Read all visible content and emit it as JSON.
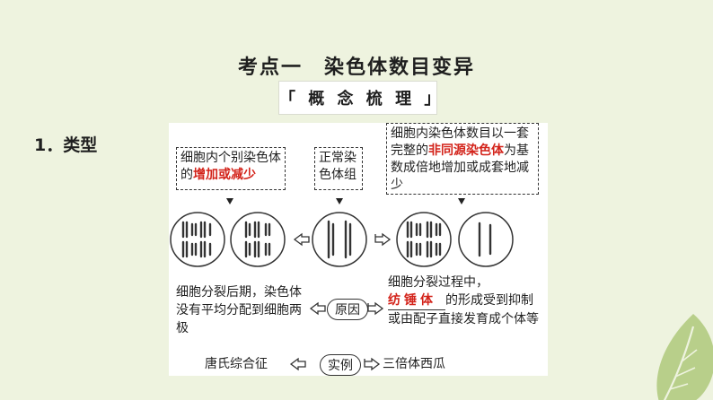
{
  "title": "考点一　染色体数目变异",
  "banner": "「 概 念 梳 理 」",
  "section": "1．类型",
  "boxes": {
    "left_pre": "细胞内个别染色体的",
    "left_red": "增加或减少",
    "middle": "正常染色体组",
    "right_pre": "细胞内染色体数目以一套完整的",
    "right_red": "非同源染色体",
    "right_post": "为基数成倍地增加或成套地减少"
  },
  "cause": {
    "label": "原因",
    "left": "细胞分裂后期，染色体没有平均分配到细胞两极",
    "right_pre": "细胞分裂过程中，",
    "right_red": "纺锤体",
    "right_post": "的形成受到抑制或由配子直接发育成个体等"
  },
  "example": {
    "label": "实例",
    "left": "唐氏综合征",
    "right": "三倍体西瓜"
  },
  "colors": {
    "background": "#eef3df",
    "answer_red": "#d3231a",
    "leaf": "#b8cf8a"
  }
}
